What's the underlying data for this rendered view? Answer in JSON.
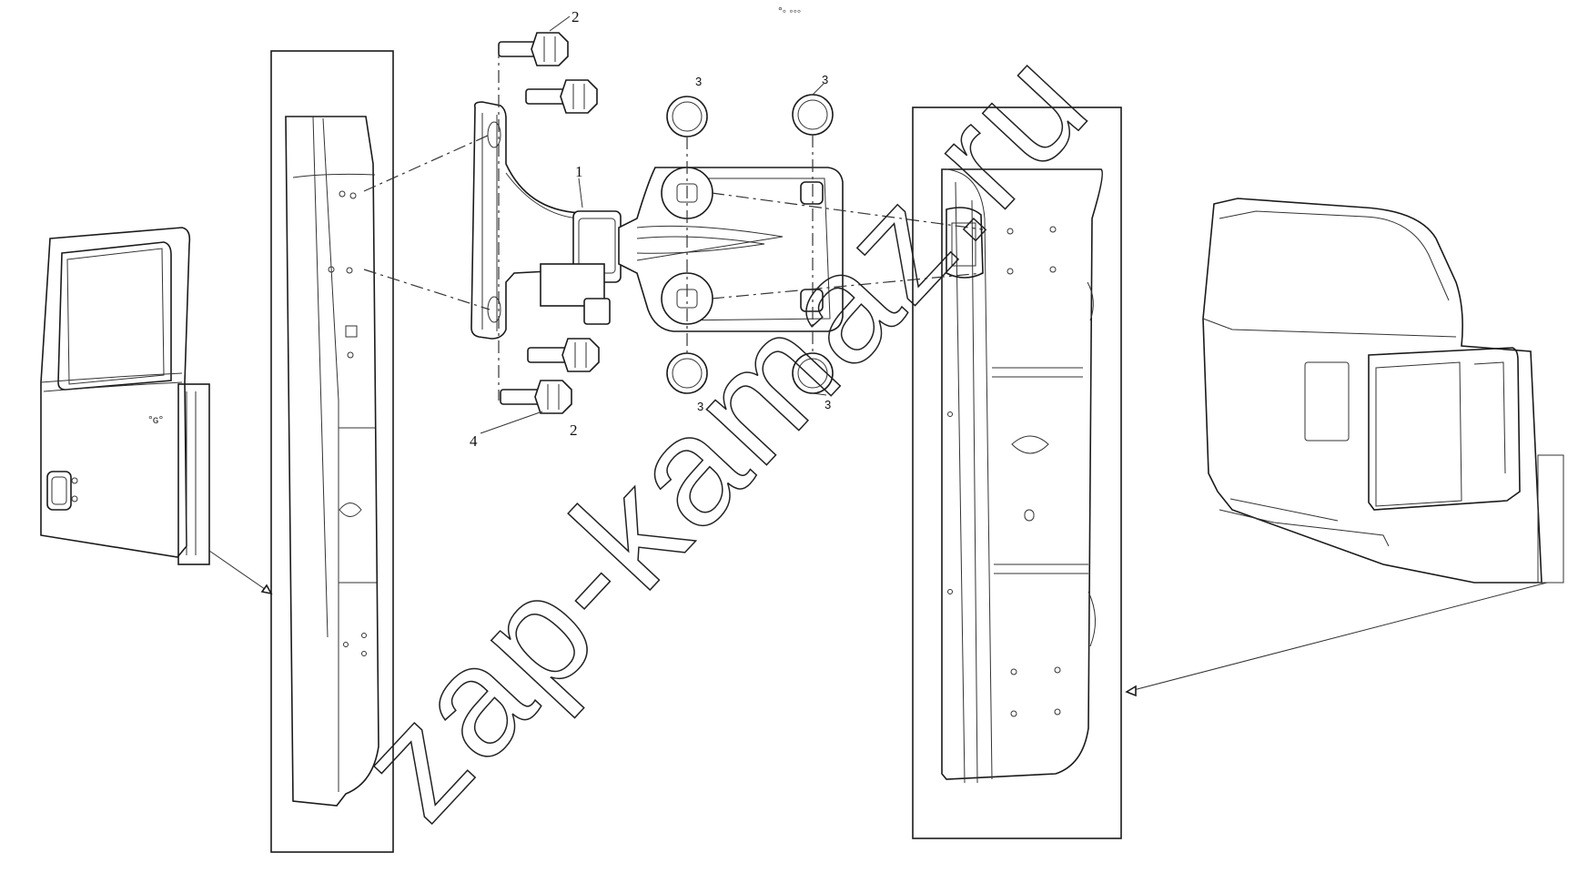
{
  "header_mark": "°◦ ◦◦◦",
  "watermark": "zap-kamaz.ru",
  "callouts": {
    "bolt_top": "2",
    "bolt_bottom": "2",
    "hinge": "1",
    "bushing_top_left": "3",
    "bushing_top_right": "3",
    "bushing_bottom_left": "3",
    "bushing_bottom_right": "3",
    "washer": "4"
  },
  "door_mark": "°ɢ°"
}
